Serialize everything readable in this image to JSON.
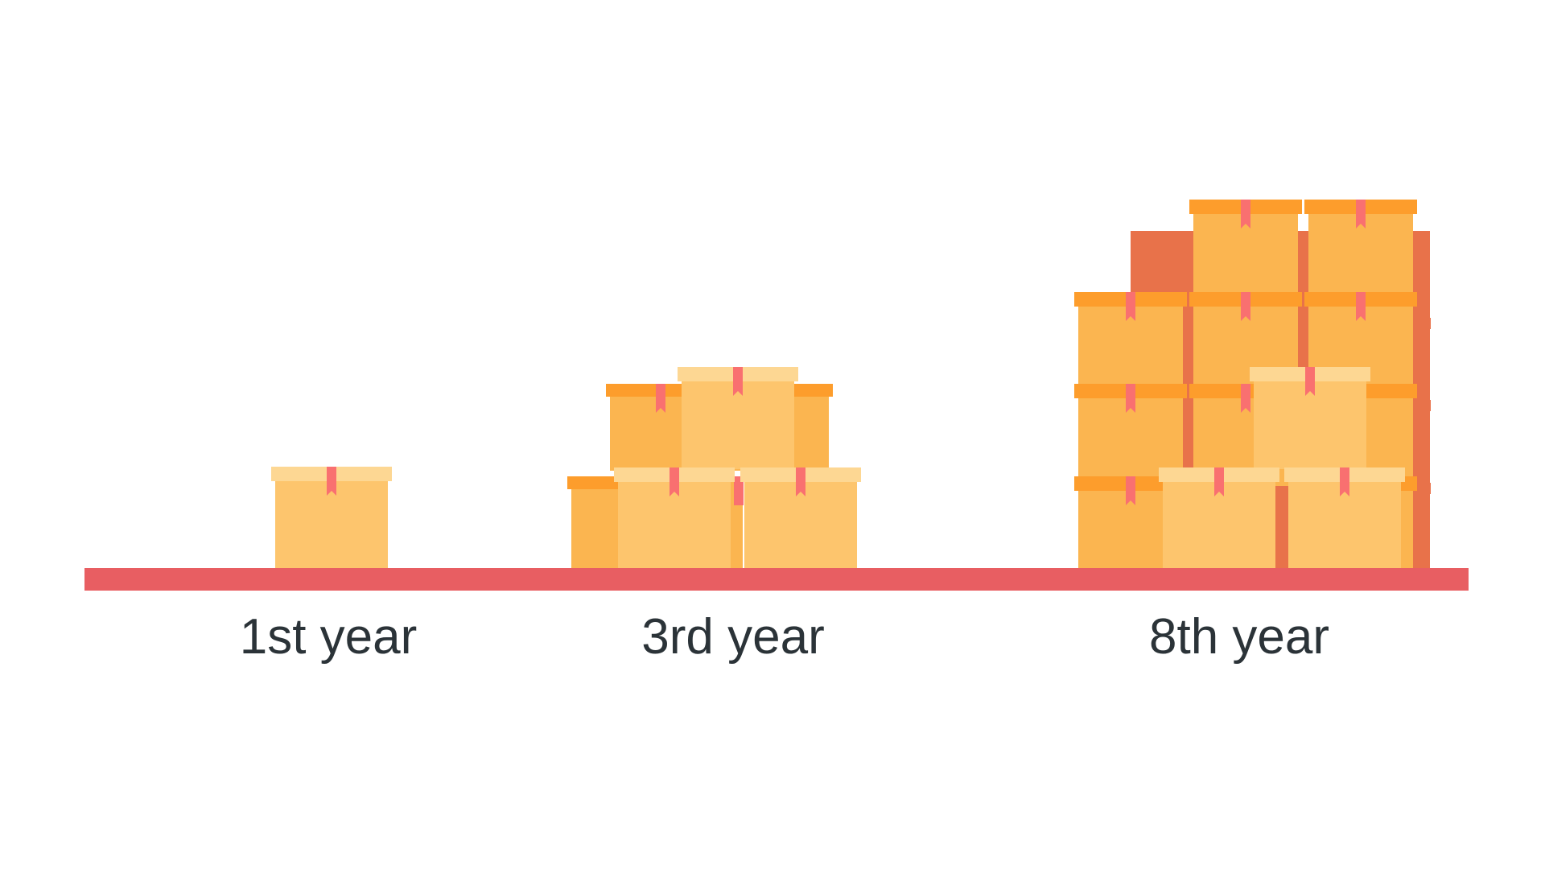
{
  "colors": {
    "background": "#ffffff",
    "shelf": "#e85e62",
    "box_light": "#fdc56d",
    "box_light_lid": "#fdd793",
    "box_medium": "#fbb550",
    "box_medium_lid": "#fd9d2c",
    "box_dark": "#e8724a",
    "tape": "#f97070",
    "label_text": "#2b3338"
  },
  "groups": [
    {
      "label": "1st year"
    },
    {
      "label": "3rd year"
    },
    {
      "label": "8th year"
    }
  ]
}
